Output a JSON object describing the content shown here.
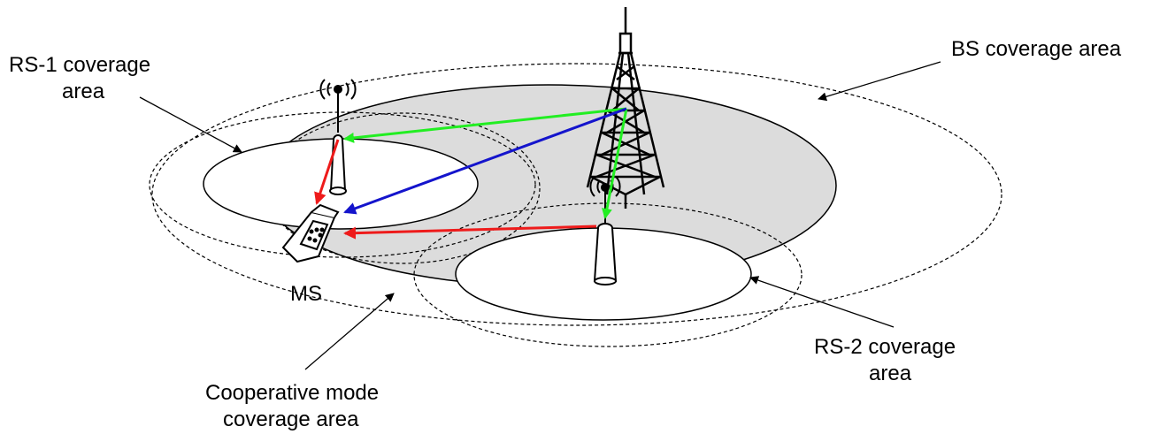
{
  "labels": {
    "rs1_line1": "RS-1 coverage",
    "rs1_line2": "area",
    "bs": "BS coverage area",
    "ms": "MS",
    "rs2_line1": "RS-2 coverage",
    "rs2_line2": "area",
    "coop_line1": "Cooperative mode",
    "coop_line2": "coverage area"
  },
  "colors": {
    "bs_fill": "#dcdcdc",
    "link_green": "#22ee22",
    "link_blue": "#1414cc",
    "link_red": "#ee1b1b"
  },
  "icons": [
    "base-station-tower-icon",
    "relay-station-1-icon",
    "relay-station-2-icon",
    "mobile-station-icon"
  ]
}
